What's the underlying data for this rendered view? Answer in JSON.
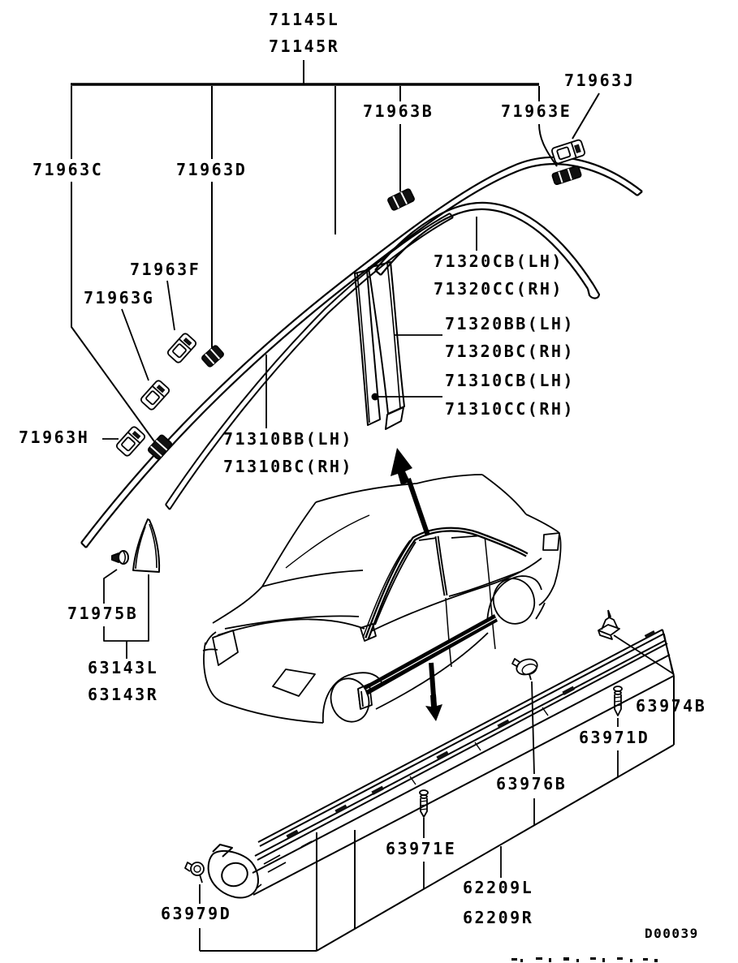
{
  "colors": {
    "ink": "#000000",
    "background": "#ffffff"
  },
  "diagram_code": "D00039",
  "labels": {
    "k71145L": "71145L",
    "k71145R": "71145R",
    "k71963J": "71963J",
    "k71963B": "71963B",
    "k71963E": "71963E",
    "k71963C": "71963C",
    "k71963D": "71963D",
    "k71320CB": "71320CB(LH)",
    "k71320CC": "71320CC(RH)",
    "k71963F": "71963F",
    "k71963G": "71963G",
    "k71320BB": "71320BB(LH)",
    "k71320BC": "71320BC(RH)",
    "k71310CB": "71310CB(LH)",
    "k71310CC": "71310CC(RH)",
    "k71963H": "71963H",
    "k71310BB": "71310BB(LH)",
    "k71310BC": "71310BC(RH)",
    "k71975B": "71975B",
    "k63143L": "63143L",
    "k63143R": "63143R",
    "k63974B": "63974B",
    "k63971D": "63971D",
    "k63976B": "63976B",
    "k63971E": "63971E",
    "k62209L": "62209L",
    "k62209R": "62209R",
    "k63979D": "63979D"
  }
}
